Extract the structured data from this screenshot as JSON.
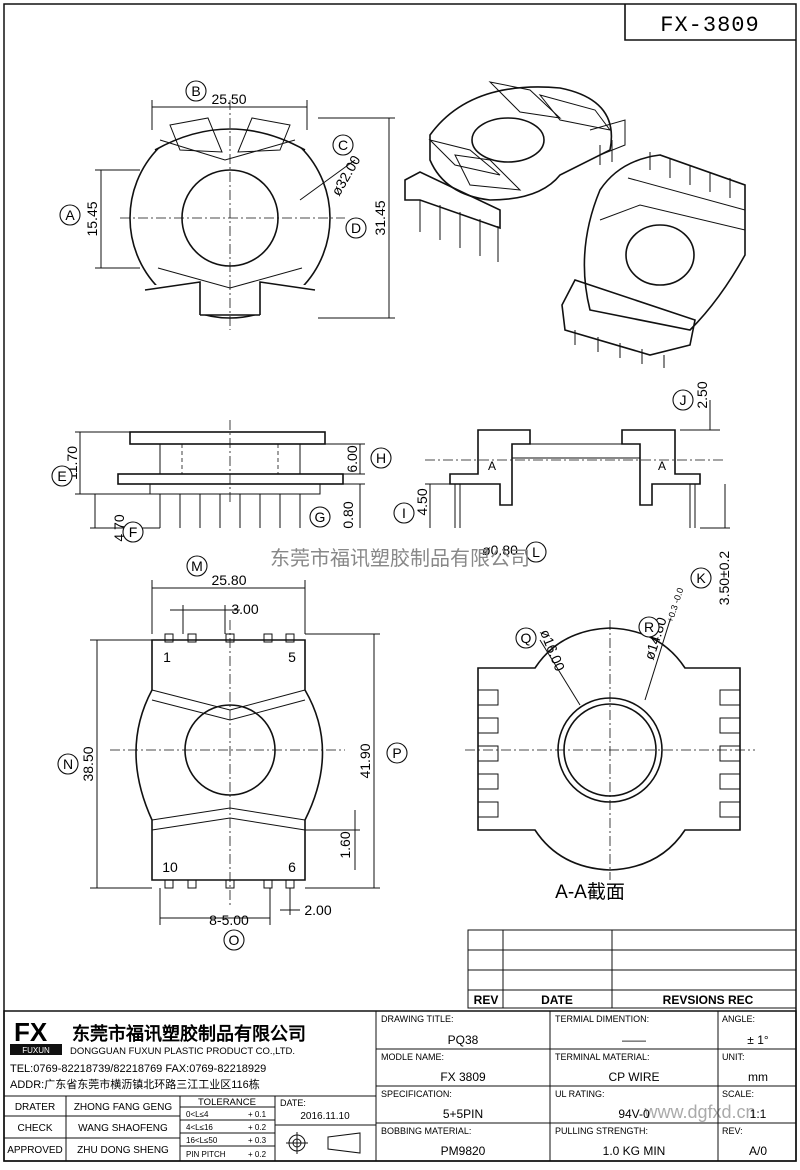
{
  "drawing_no": "FX-3809",
  "watermark": "东莞市福讯塑胶制品有限公司",
  "watermark_url": "www.dgfxd.cn",
  "section_title": "A-A截面",
  "callouts": [
    "B",
    "C",
    "A",
    "D",
    "E",
    "H",
    "F",
    "G",
    "J",
    "I",
    "L",
    "K",
    "M",
    "N",
    "P",
    "O",
    "Q",
    "R"
  ],
  "dims": {
    "b": "25.50",
    "c": "ø32.00",
    "a": "15.45",
    "d": "31.45",
    "e": "11.70",
    "h": "6.00",
    "f": "4.70",
    "g": "0.80",
    "j": "2.50",
    "i": "4.50",
    "l": "ø0.80",
    "k": "3.50±0.2",
    "m": "25.80",
    "pitch_top": "3.00",
    "n": "38.50",
    "p": "41.90",
    "flange": "1.60",
    "o": "8-5.00",
    "pitch_bottom": "2.00",
    "q": "ø16.00",
    "r": "ø14.80",
    "r_tol": "+0.3 -0.0"
  },
  "pins": {
    "p1": "1",
    "p5": "5",
    "p10": "10",
    "p6": "6"
  },
  "section_marks": [
    "A",
    "A"
  ],
  "rev_table": {
    "rev": "REV",
    "date": "DATE",
    "rec": "REVSIONS REC"
  },
  "company": {
    "logo": "FX",
    "logo_sub": "FUXUN",
    "name_cn": "东莞市福讯塑胶制品有限公司",
    "name_en": "DONGGUAN FUXUN PLASTIC PRODUCT CO.,LTD.",
    "tel": "TEL:0769-82218739/82218769 FAX:0769-82218929",
    "addr": "ADDR:广东省东莞市横沥镇北环路三江工业区116栋"
  },
  "signoff": [
    {
      "role": "DRATER",
      "name": "ZHONG FANG GENG"
    },
    {
      "role": "CHECK",
      "name": "WANG SHAOFENG"
    },
    {
      "role": "APPROVED",
      "name": "ZHU DONG SHENG"
    }
  ],
  "tolerance": {
    "title": "TOLERANCE",
    "rows": [
      {
        "range": "0<L≤4",
        "tol": "+ 0.1"
      },
      {
        "range": "4<L≤16",
        "tol": "+ 0.2"
      },
      {
        "range": "16<L≤50",
        "tol": "+ 0.3"
      },
      {
        "range": "PIN PITCH",
        "tol": "+ 0.2"
      }
    ]
  },
  "date": {
    "label": "DATE:",
    "value": "2016.11.10"
  },
  "fields": {
    "drawing_title": {
      "label": "DRAWING TITLE:",
      "value": "PQ38"
    },
    "model_name": {
      "label": "MODLE NAME:",
      "value": "FX 3809"
    },
    "specification": {
      "label": "SPECIFICATION:",
      "value": "5+5PIN"
    },
    "bobbin_material": {
      "label": "BOBBING MATERIAL:",
      "value": "PM9820"
    },
    "terminal_dimention": {
      "label": "TERMIAL DIMENTION:",
      "value": "——"
    },
    "terminal_material": {
      "label": "TERMINAL MATERIAL:",
      "value": "CP WIRE"
    },
    "ul_rating": {
      "label": "UL RATING:",
      "value": "94V-0"
    },
    "pulling_strength": {
      "label": "PULLING STRENGTH:",
      "value": "1.0 KG MIN"
    },
    "angle": {
      "label": "ANGLE:",
      "value": "± 1°"
    },
    "unit": {
      "label": "UNIT:",
      "value": "mm"
    },
    "scale": {
      "label": "SCALE:",
      "value": "1:1"
    },
    "rev": {
      "label": "REV:",
      "value": "A/0"
    }
  }
}
